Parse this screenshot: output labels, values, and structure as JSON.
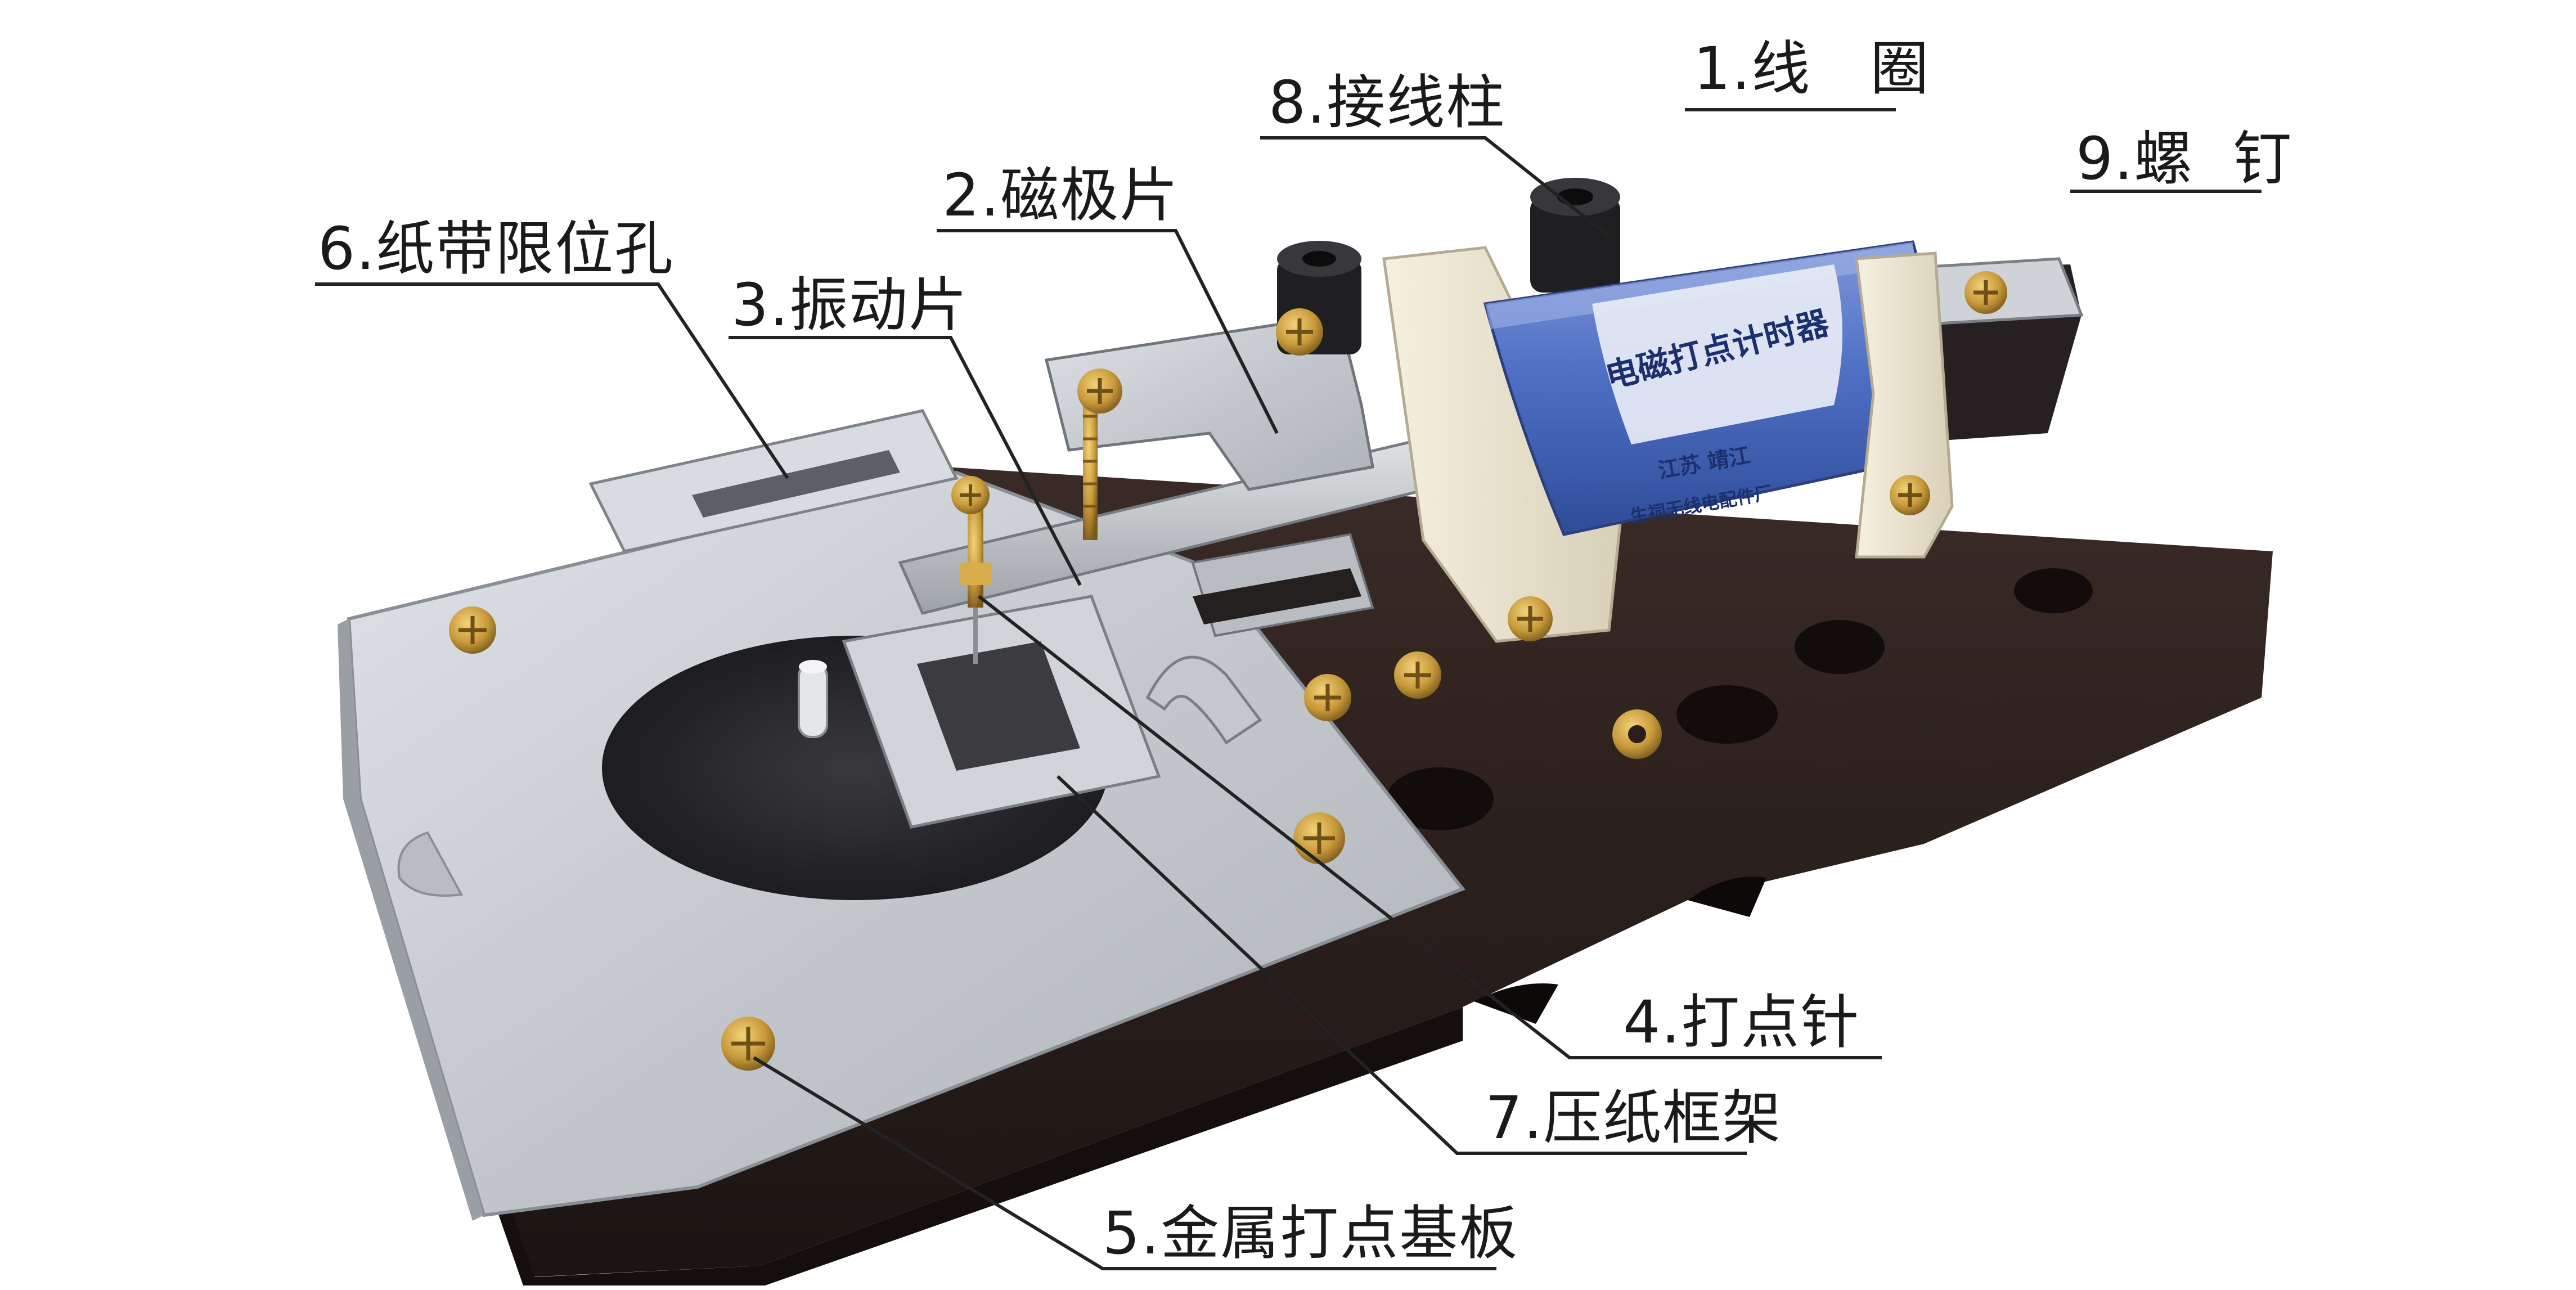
{
  "photo": {
    "title": "电磁打点计时器",
    "coil_label_text": "电磁打点计时器",
    "maker_line_1": "江苏    靖江",
    "maker_line_2": "生祠无线电配件厂"
  },
  "labels": [
    {
      "id": "coil",
      "text": "1.线   圈"
    },
    {
      "id": "magnetic-pole",
      "text": "2.磁极片"
    },
    {
      "id": "vibrating-reed",
      "text": "3.振动片"
    },
    {
      "id": "needle",
      "text": "4.打点针"
    },
    {
      "id": "base-plate",
      "text": "5.金属打点基板"
    },
    {
      "id": "tape-guide",
      "text": "6.纸带限位孔"
    },
    {
      "id": "paper-frame",
      "text": "7.压纸框架"
    },
    {
      "id": "terminal",
      "text": "8.接线柱"
    },
    {
      "id": "screw",
      "text": "9.螺  钉"
    }
  ],
  "colors": {
    "wood_base": "#2a1e1a",
    "metal_plate": "#c9cdd2",
    "coil_blue": "#4e6fc4",
    "bobbin": "#eee6d2",
    "brass": "#c89a3a",
    "carbon_disc": "#2b2b2e",
    "leader_line": "#222222"
  }
}
